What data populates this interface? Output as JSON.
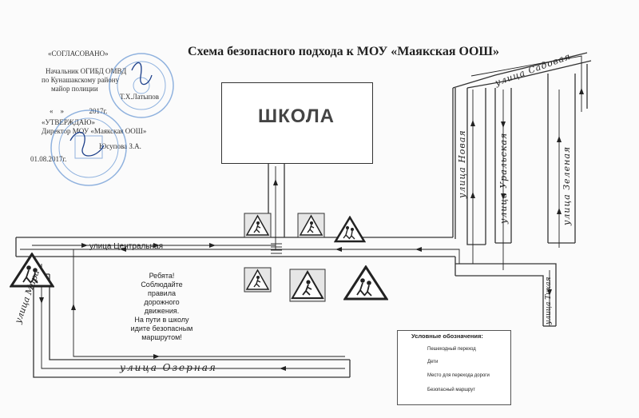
{
  "header": {
    "title": "Схема безопасного подхода к МОУ «Маякская ООШ»"
  },
  "approval": {
    "agreed_label": "«СОГЛАСОВАНО»",
    "agreed_position_1": "Начальник ОГИБД ОМВД",
    "agreed_position_2": "по Кунашакскому району",
    "agreed_position_3": "майор полиции",
    "agreed_name": "Т.Х.Латыпов",
    "agreed_date": "«    »              2017г.",
    "approved_label": "«УТВЕРЖДАЮ»",
    "approved_position": "Директор МОУ «Маякская ООШ»",
    "approved_name": "Юсупова З.А.",
    "approved_date": "01.08.2017г."
  },
  "map": {
    "school_label": "ШКОЛА",
    "street_central": "улица Центральная",
    "street_ozernaya": "улица  Озерная",
    "street_mira": "улица  Мира",
    "street_novaya": "улица Новая",
    "street_uralskaya": "улица Уральская",
    "street_zelenaya": "улица Зеленая",
    "street_tikhaya": "улица Тихая",
    "street_sadovaya": "улица Садовая"
  },
  "notice": {
    "line1": "Ребята!",
    "line2": "Соблюдайте",
    "line3": "правила",
    "line4": "дорожного",
    "line5": "движения.",
    "line6": "На пути в школу",
    "line7": "идите безопасным",
    "line8": "маршрутом!"
  },
  "legend": {
    "title": "Условные обозначения:",
    "crossing": "Пешеходный переход",
    "children": "Дети",
    "crossing_place": "Место для перехода дороги",
    "safe_route": "Безопасный маршрут"
  },
  "colors": {
    "ink": "#222222",
    "stamp_blue": "#3a78c8",
    "sign_bg": "#e6e6e6"
  }
}
